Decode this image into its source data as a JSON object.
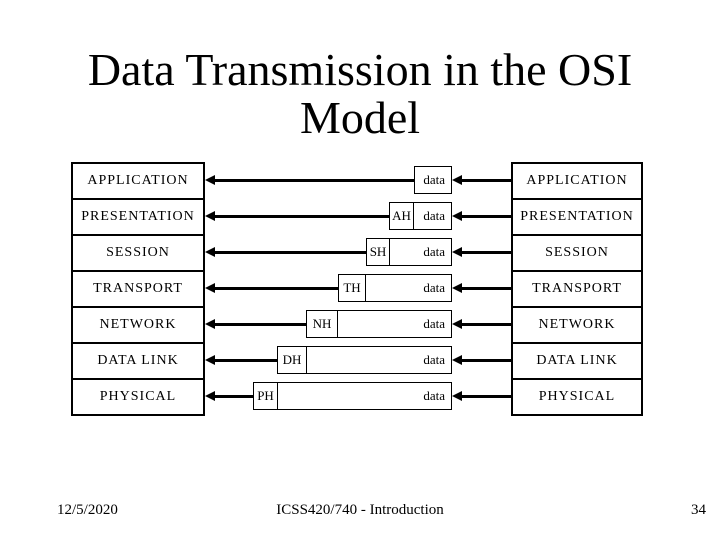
{
  "title": {
    "line1": "Data Transmission in the OSI",
    "line2": "Model"
  },
  "footer": {
    "date": "12/5/2020",
    "course": "ICSS420/740 - Introduction",
    "slide_number": "34"
  },
  "diagram": {
    "rows": [
      {
        "layer": "APPLICATION",
        "header": "",
        "payload": "data"
      },
      {
        "layer": "PRESENTATION",
        "header": "AH",
        "payload": "data"
      },
      {
        "layer": "SESSION",
        "header": "SH",
        "payload": "data"
      },
      {
        "layer": "TRANSPORT",
        "header": "TH",
        "payload": "data"
      },
      {
        "layer": "NETWORK",
        "header": "NH",
        "payload": "data"
      },
      {
        "layer": "DATA LINK",
        "header": "DH",
        "payload": "data"
      },
      {
        "layer": "PHYSICAL",
        "header": "PH",
        "payload": "data"
      }
    ],
    "colors": {
      "ink": "#000000",
      "background": "#ffffff"
    }
  }
}
